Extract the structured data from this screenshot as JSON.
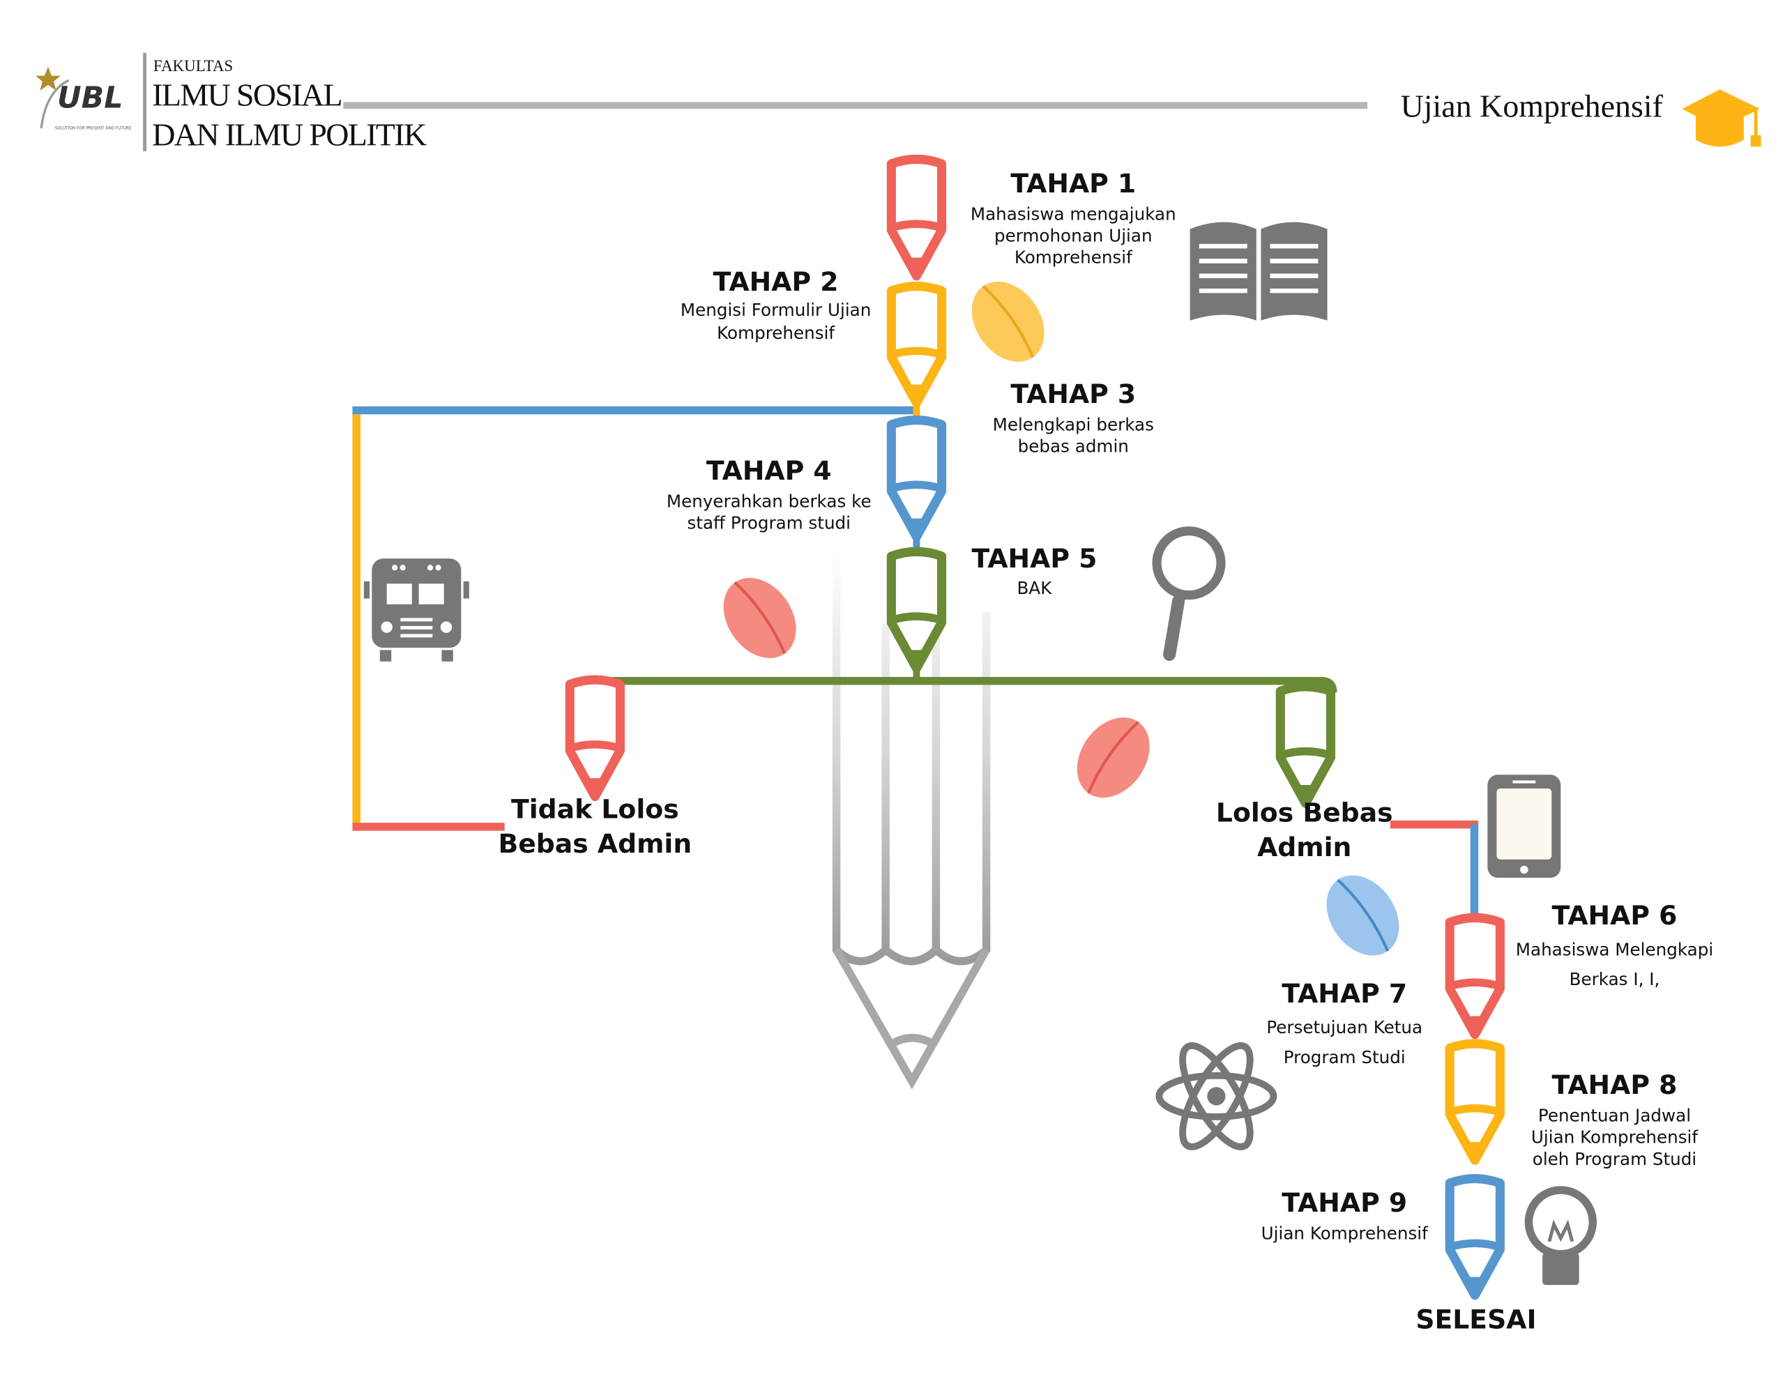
{
  "header": {
    "logo_text": "UBL",
    "logo_tagline": "SOLUTION FOR PRESENT AND FUTURE",
    "faculty_label": "FAKULTAS",
    "faculty_line1": "ILMU SOSIAL",
    "faculty_line2": "DAN ILMU POLITIK",
    "title": "Ujian Komprehensif",
    "title_icon": "graduation-cap-icon"
  },
  "colors": {
    "red": "#ef6259",
    "yellow": "#fdb515",
    "blue": "#5596cf",
    "green": "#6a8a35",
    "gray": "#7a7a7a"
  },
  "steps": [
    {
      "title": "TAHAP 1",
      "lines": [
        "Mahasiswa mengajukan",
        "permohonan Ujian",
        "Komprehensif"
      ]
    },
    {
      "title": "TAHAP 2",
      "lines": [
        "Mengisi Formulir Ujian",
        "Komprehensif"
      ]
    },
    {
      "title": "TAHAP 3",
      "lines": [
        "Melengkapi berkas",
        "bebas admin"
      ]
    },
    {
      "title": "TAHAP 4",
      "lines": [
        "Menyerahkan berkas ke",
        "staff Program studi"
      ]
    },
    {
      "title": "TAHAP 5",
      "lines": [
        "BAK"
      ]
    },
    {
      "title": "TAHAP 6",
      "lines": [
        "Mahasiswa Melengkapi",
        "Berkas I, I,"
      ]
    },
    {
      "title": "TAHAP 7",
      "lines": [
        "Persetujuan Ketua",
        "Program Studi"
      ]
    },
    {
      "title": "TAHAP 8",
      "lines": [
        "Penentuan Jadwal",
        "Ujian Komprehensif",
        "oleh Program Studi"
      ]
    },
    {
      "title": "TAHAP 9",
      "lines": [
        "Ujian Komprehensif"
      ]
    }
  ],
  "branches": {
    "fail": [
      "Tidak Lolos",
      "Bebas Admin"
    ],
    "pass": [
      "Lolos Bebas",
      "Admin"
    ]
  },
  "end_label": "SELESAI"
}
